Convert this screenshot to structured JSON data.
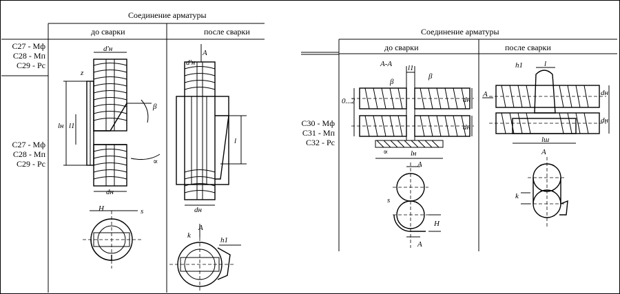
{
  "left_table": {
    "title": "Соединение арматуры",
    "col_before": "до сварки",
    "col_after": "после сварки",
    "row1_codes": [
      "С27 - Мф",
      "С28 - Мп",
      "С29 - Рс"
    ],
    "row2_codes": [
      "С27 - Мф",
      "С28 - Мп",
      "С29 - Рс"
    ],
    "before_labels": {
      "d_top": "d'н",
      "z": "z",
      "beta": "β",
      "alpha": "∝",
      "lh": "lн",
      "l1": "l1",
      "d_bottom": "dн",
      "H": "H",
      "s": "s"
    },
    "after_labels": {
      "A_top": "A",
      "d_top": "d'н",
      "l": "l",
      "d_bottom": "dн",
      "A_bottom": "A",
      "k": "k",
      "h1": "h1"
    }
  },
  "right_table": {
    "title": "Соединение арматуры",
    "col_before": "до сварки",
    "col_after": "после сварки",
    "codes": [
      "С30 - Мф",
      "С31 - Мп",
      "С32 - Рс"
    ],
    "before_labels": {
      "section": "А-А",
      "l1": "l1",
      "beta_left": "β",
      "beta_right": "β",
      "gap": "0...2",
      "dh_top": "dн",
      "dh_bottom": "dн",
      "alpha": "∝",
      "lh": "lн",
      "A_top": "A",
      "s": "s",
      "H": "H",
      "A_bottom": "A"
    },
    "after_labels": {
      "h1": "h1",
      "l": "l",
      "A_arrow": "A",
      "dh_top": "dн",
      "dh_bottom": "dн",
      "lsh": "lш",
      "A_section": "A",
      "k": "k"
    }
  }
}
